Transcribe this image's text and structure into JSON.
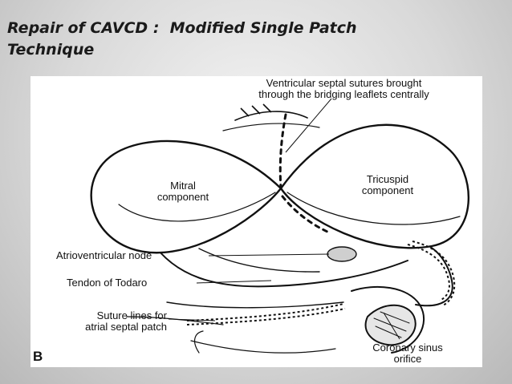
{
  "title": {
    "line1": "Repair of CAVCD :  Modified Single Patch",
    "line2": "Technique"
  },
  "figure": {
    "panel_letter": "B",
    "labels": {
      "vsd_sutures_line1": "Ventricular septal sutures brought",
      "vsd_sutures_line2": "through the bridging leaflets centrally",
      "mitral_line1": "Mitral",
      "mitral_line2": "component",
      "tricuspid_line1": "Tricuspid",
      "tricuspid_line2": "component",
      "av_node": "Atrioventricular node",
      "tendon": "Tendon of Todaro",
      "suture_lines_line1": "Suture lines for",
      "suture_lines_line2": "atrial septal patch",
      "coronary_line1": "Coronary sinus",
      "coronary_line2": "orifice"
    }
  }
}
